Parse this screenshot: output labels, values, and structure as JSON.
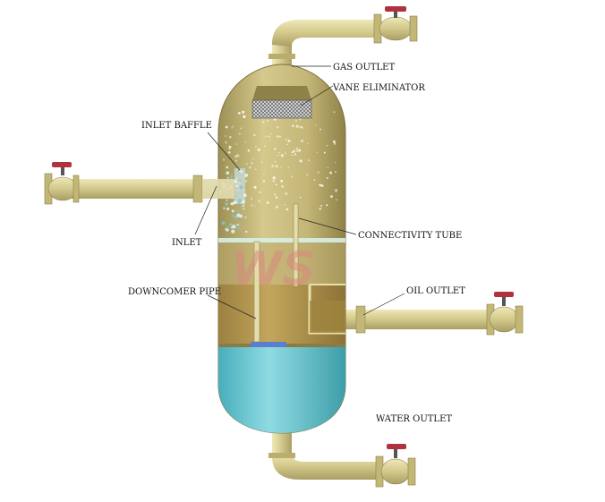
{
  "diagram": {
    "title": "",
    "labels": {
      "gas_outlet": "GAS OUTLET",
      "vane_eliminator": "VANE ELIMINATOR",
      "inlet_baffle": "INLET BAFFLE",
      "inlet": "INLET",
      "connectivity_tube": "CONNECTIVITY TUBE",
      "downcomer_pipe": "DOWNCOMER PIPE",
      "oil_outlet": "OIL OUTLET",
      "water_outlet": "WATER OUTLET"
    },
    "watermark": "WS",
    "colors": {
      "vessel": "#c9bb7d",
      "vessel_shade": "#a89a5c",
      "oil": "#b69a4e",
      "water": "#5fc3cf",
      "pipe": "#d6cd8d",
      "valve_handle": "#b0323c",
      "watermark": "#d98a7e"
    }
  }
}
